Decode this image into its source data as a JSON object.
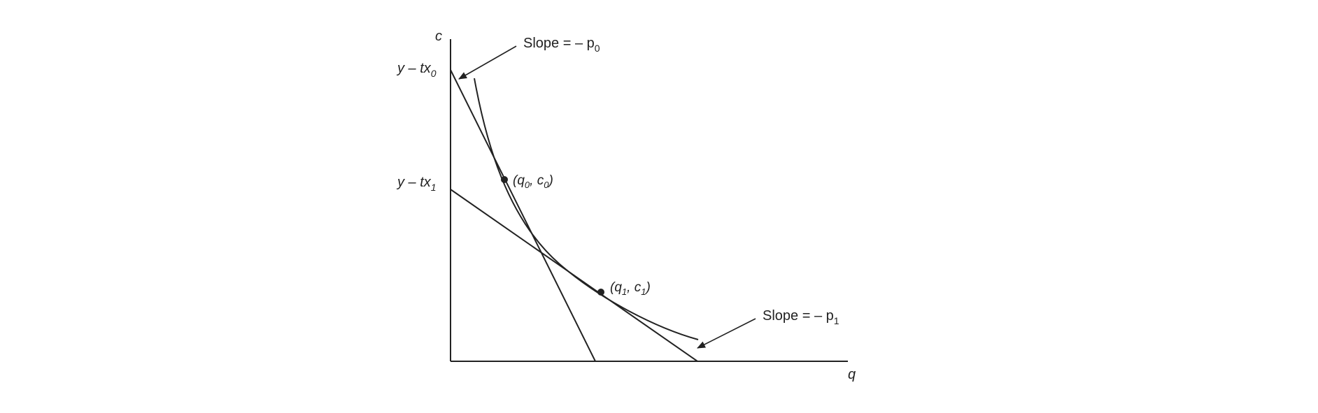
{
  "axes": {
    "x_label": "q",
    "y_label": "c"
  },
  "intercepts": {
    "high": {
      "base": "y – tx",
      "sub": "0"
    },
    "low": {
      "base": "y – tx",
      "sub": "1"
    }
  },
  "points": {
    "p0": {
      "open": "(q",
      "sub1": "0",
      "mid": ", c",
      "sub2": "0",
      "close": ")"
    },
    "p1": {
      "open": "(q",
      "sub1": "1",
      "mid": ", c",
      "sub2": "1",
      "close": ")"
    }
  },
  "slopes": {
    "s0": {
      "text": "Slope = – p",
      "sub": "0"
    },
    "s1": {
      "text": "Slope = – p",
      "sub": "1"
    }
  },
  "colors": {
    "ink": "#222222",
    "background": "#ffffff"
  }
}
